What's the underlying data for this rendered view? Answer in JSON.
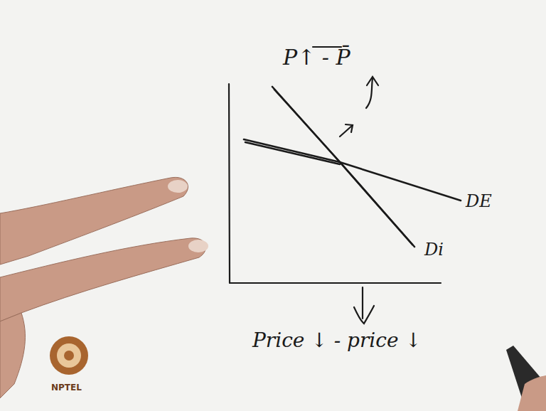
{
  "diagram": {
    "labels": [
      "P↑ - P̄",
      "DE",
      "Di",
      "Price ↓ - price ↓",
      "NPTEL"
    ]
  }
}
